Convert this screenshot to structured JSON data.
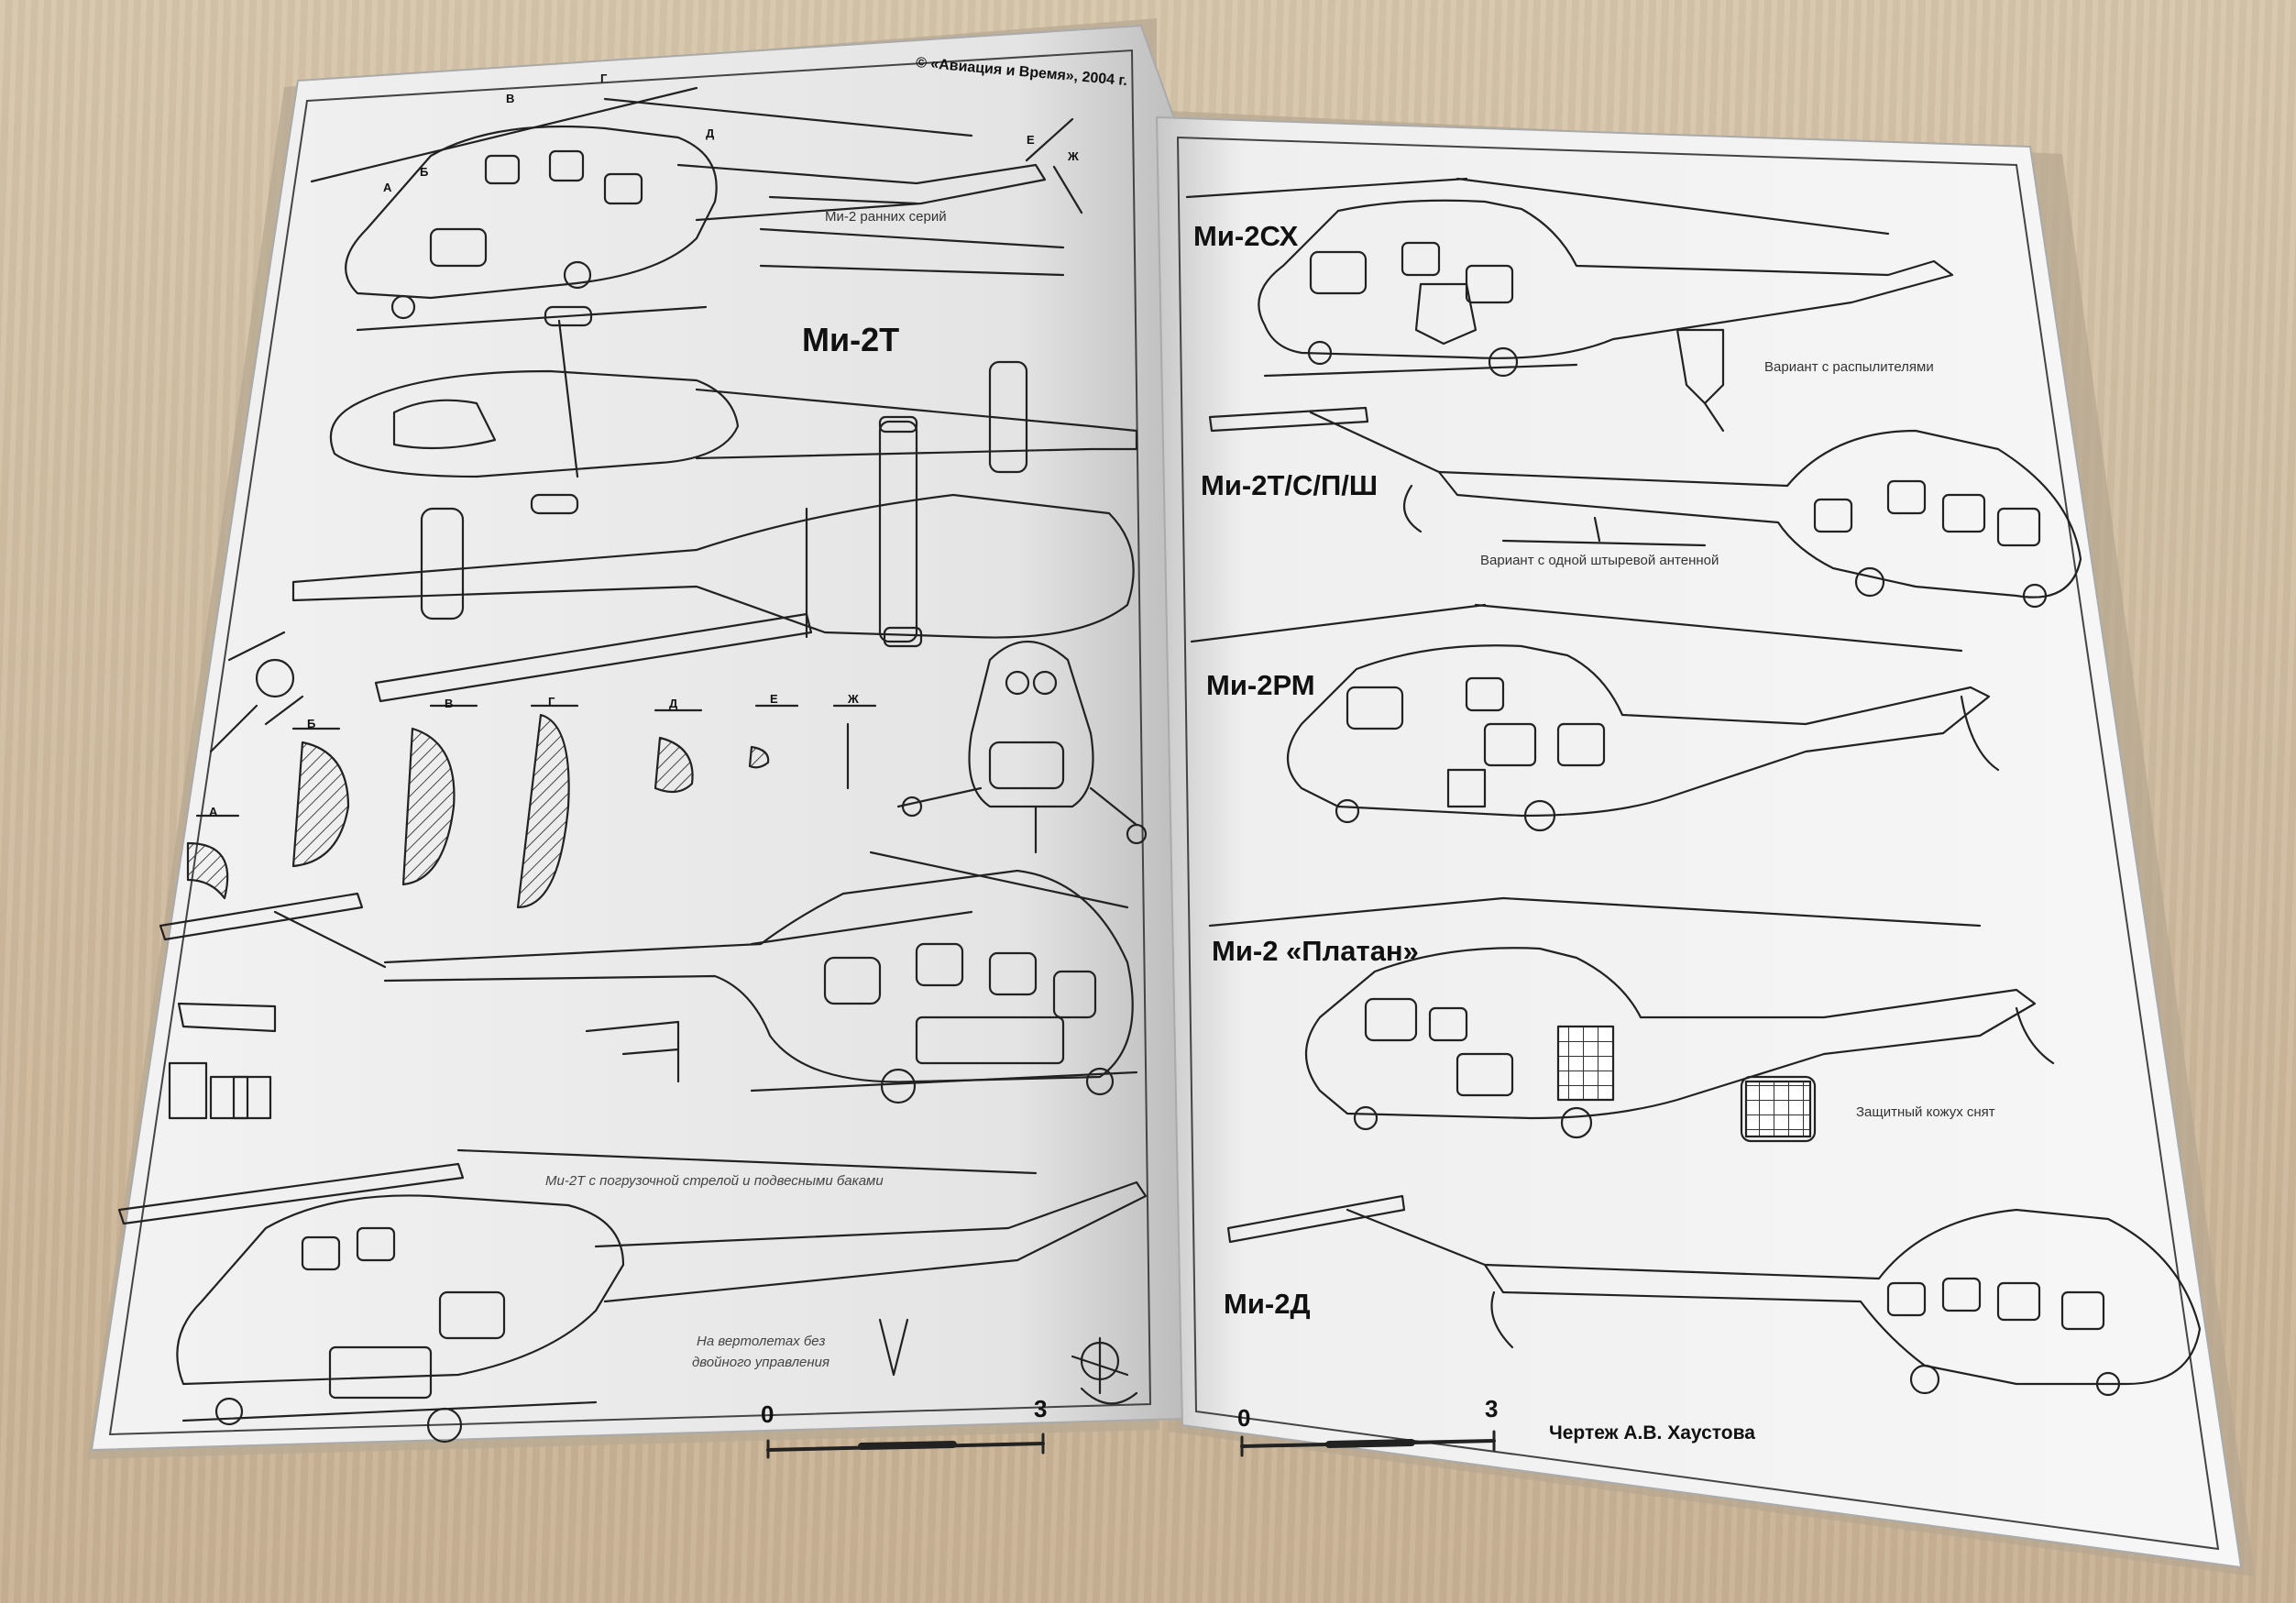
{
  "left_page": {
    "copyright": "© «Авиация и Время», 2004 г.",
    "title": "Ми-2Т",
    "caption_early_series": "Ми-2 ранних серий",
    "caption_loading_boom": "Ми-2Т с погрузочной стрелой и подвесными баками",
    "caption_no_dual_control_line1": "На вертолетах без",
    "caption_no_dual_control_line2": "двойного управления",
    "section_letters_top": [
      "А",
      "Б",
      "В",
      "Г",
      "Д",
      "Е",
      "Ж"
    ],
    "section_letters_cuts": [
      "А",
      "Б",
      "В",
      "Г",
      "Д",
      "Е",
      "Ж"
    ],
    "scale": {
      "start": "0",
      "end": "3"
    }
  },
  "right_page": {
    "models": [
      "Ми-2СХ",
      "Ми-2Т/С/П/Ш",
      "Ми-2РМ",
      "Ми-2 «Платан»",
      "Ми-2Д"
    ],
    "caption_sprayers": "Вариант с распылителями",
    "caption_antenna": "Вариант с одной штыревой антенной",
    "caption_cover_removed": "Защитный кожух снят",
    "scale": {
      "start": "0",
      "end": "3"
    },
    "credit": "Чертеж А.В. Хаустова"
  },
  "colors": {
    "table": "#cdb89b",
    "paper": "#f4f4f4",
    "ink": "#222222"
  }
}
